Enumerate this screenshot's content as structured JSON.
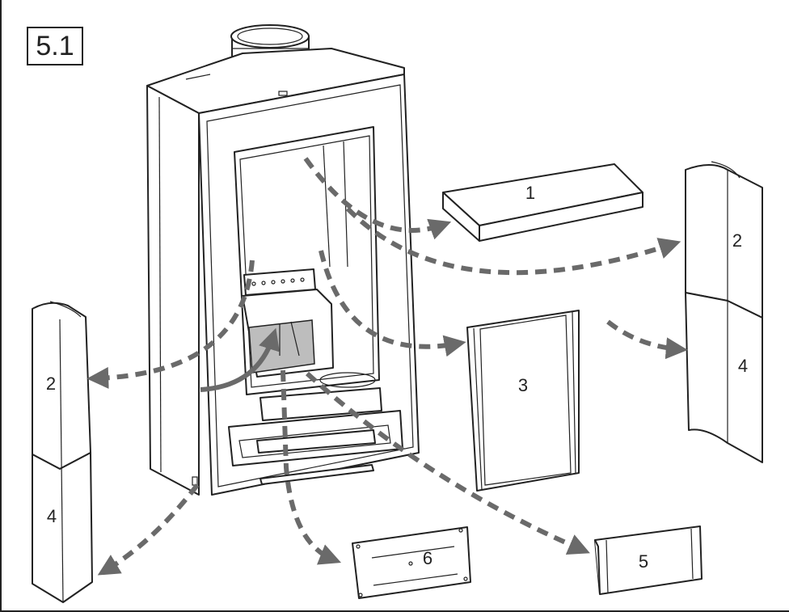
{
  "figure": {
    "label": "5.1",
    "parts": [
      {
        "id": "part-1",
        "number": "1"
      },
      {
        "id": "part-2-right",
        "number": "2"
      },
      {
        "id": "part-4-right",
        "number": "4"
      },
      {
        "id": "part-3",
        "number": "3"
      },
      {
        "id": "part-2-left",
        "number": "2"
      },
      {
        "id": "part-4-left",
        "number": "4"
      },
      {
        "id": "part-5",
        "number": "5"
      },
      {
        "id": "part-6",
        "number": "6"
      }
    ]
  },
  "colors": {
    "line": "#222222",
    "arrow": "#6a6a6a",
    "shade": "#bdbdbd",
    "background": "#ffffff"
  }
}
